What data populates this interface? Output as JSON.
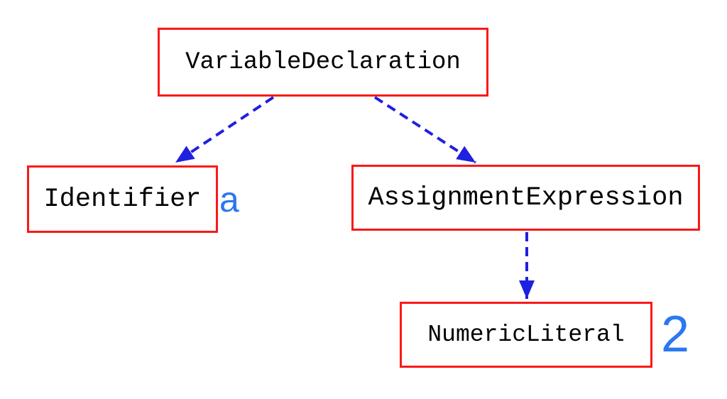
{
  "diagram": {
    "type": "tree",
    "description": "Abstract syntax tree of a variable declaration",
    "nodes": [
      {
        "id": "variable-declaration",
        "label": "VariableDeclaration",
        "annotation": ""
      },
      {
        "id": "identifier",
        "label": "Identifier",
        "annotation": "a"
      },
      {
        "id": "assignment-expression",
        "label": "AssignmentExpression",
        "annotation": ""
      },
      {
        "id": "numeric-literal",
        "label": "NumericLiteral",
        "annotation": "2"
      }
    ],
    "edges": [
      {
        "from": "VariableDeclaration",
        "to": "Identifier",
        "style": "dashed-arrow"
      },
      {
        "from": "VariableDeclaration",
        "to": "AssignmentExpression",
        "style": "dashed-arrow"
      },
      {
        "from": "AssignmentExpression",
        "to": "NumericLiteral",
        "style": "dashed-arrow"
      }
    ],
    "colors": {
      "box_border": "#fa1919",
      "node_text": "#000000",
      "arrow": "#2020e0",
      "annotation": "#2b78ef",
      "background": "#ffffff"
    }
  }
}
